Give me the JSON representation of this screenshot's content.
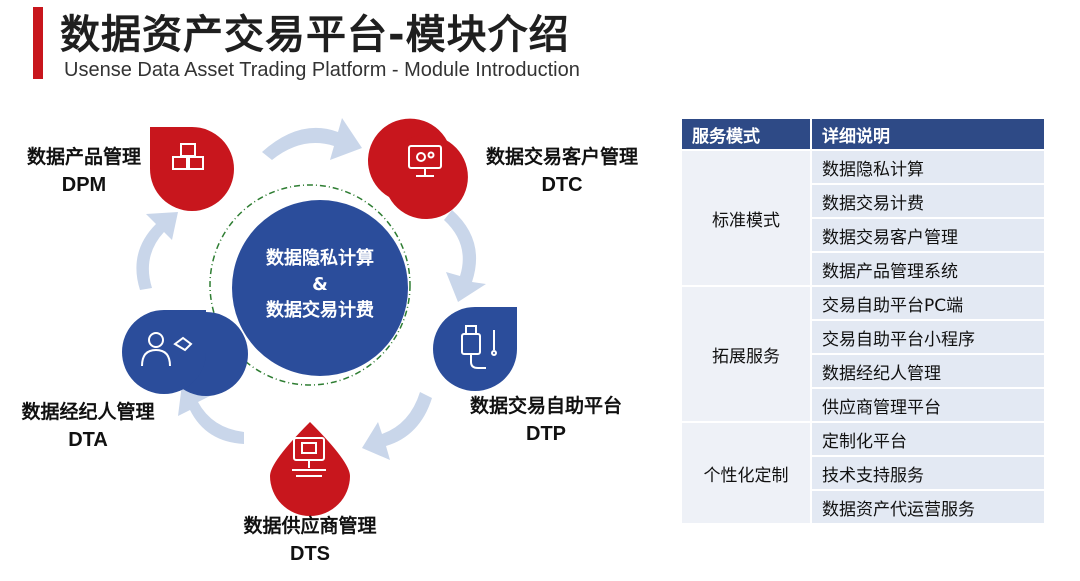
{
  "header": {
    "title": "数据资产交易平台-模块介绍",
    "subtitle": "Usense Data Asset Trading Platform - Module Introduction",
    "accent_color": "#c8161d"
  },
  "diagram": {
    "center": {
      "line1": "数据隐私计算",
      "line2": "&",
      "line3": "数据交易计费",
      "color": "#2b4d9b"
    },
    "modules": [
      {
        "name": "数据产品管理",
        "abbr": "DPM",
        "icon": "cubes-icon",
        "color": "#c8161d"
      },
      {
        "name": "数据交易客户管理",
        "abbr": "DTC",
        "icon": "monitor-gears-icon",
        "color": "#c8161d"
      },
      {
        "name": "数据交易自助平台",
        "abbr": "DTP",
        "icon": "usb-plug-icon",
        "color": "#2b4d9b"
      },
      {
        "name": "数据供应商管理",
        "abbr": "DTS",
        "icon": "server-terminal-icon",
        "color": "#c8161d"
      },
      {
        "name": "数据经纪人管理",
        "abbr": "DTA",
        "icon": "broker-handshake-icon",
        "color": "#2b4d9b"
      }
    ],
    "arrow_color": "#c9d6ea"
  },
  "table": {
    "headers": [
      "服务模式",
      "详细说明"
    ],
    "groups": [
      {
        "mode": "标准模式",
        "items": [
          "数据隐私计算",
          "数据交易计费",
          "数据交易客户管理",
          "数据产品管理系统"
        ]
      },
      {
        "mode": "拓展服务",
        "items": [
          "交易自助平台PC端",
          "交易自助平台小程序",
          "数据经纪人管理",
          "供应商管理平台"
        ]
      },
      {
        "mode": "个性化定制",
        "items": [
          "定制化平台",
          "技术支持服务",
          "数据资产代运营服务"
        ]
      }
    ],
    "header_color": "#2e4a86",
    "cell_color": "#e3e9f3"
  }
}
